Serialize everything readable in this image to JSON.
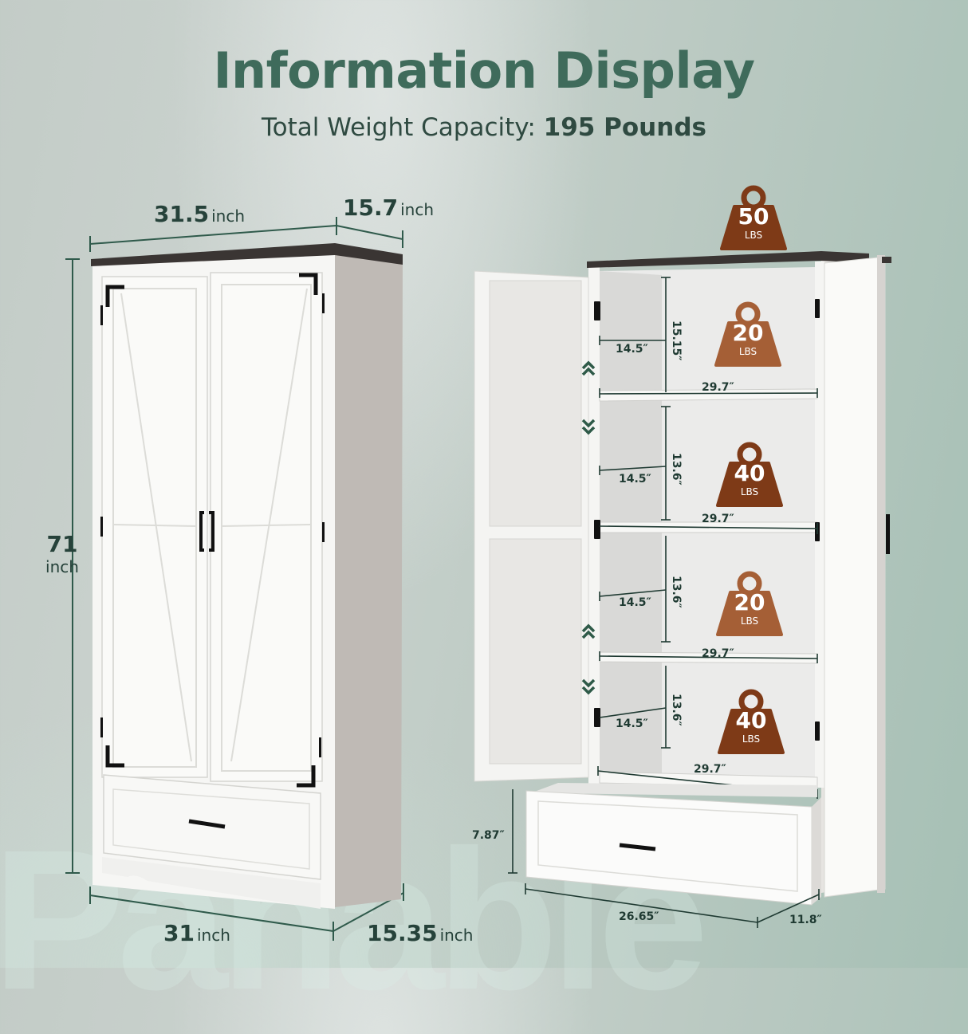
{
  "header": {
    "title": "Information Display",
    "subtitle_prefix": "Total Weight Capacity:",
    "subtitle_value": "195 Pounds"
  },
  "watermark": "Panable",
  "colors": {
    "title": "#3f6b5b",
    "dimension_text": "#26423a",
    "weight_light": "#a55f36",
    "weight_dark": "#7e3a17",
    "chevron": "#2e5a48",
    "top_board": "#3a3533"
  },
  "closed_cabinet": {
    "width": {
      "value": "31.5",
      "unit": "inch"
    },
    "depth_top": {
      "value": "15.7",
      "unit": "inch"
    },
    "height": {
      "value": "71",
      "unit": "inch"
    },
    "width_bottom": {
      "value": "31",
      "unit": "inch"
    },
    "depth_bottom": {
      "value": "15.35",
      "unit": "inch"
    }
  },
  "open_cabinet": {
    "top_load": {
      "value": "50",
      "unit": "LBS"
    },
    "shelves": [
      {
        "height": "15.15″",
        "depth": "14.5″",
        "width": "29.7″",
        "load": "20",
        "unit": "LBS"
      },
      {
        "height": "13.6″",
        "depth": "14.5″",
        "width": "29.7″",
        "load": "40",
        "unit": "LBS"
      },
      {
        "height": "13.6″",
        "depth": "14.5″",
        "width": "29.7″",
        "load": "20",
        "unit": "LBS"
      },
      {
        "height": "13.6″",
        "depth": "14.5″",
        "width": "29.7″",
        "load": "40",
        "unit": "LBS"
      }
    ],
    "drawer": {
      "height": "7.87″",
      "width": "26.65″",
      "depth": "11.8″"
    }
  }
}
